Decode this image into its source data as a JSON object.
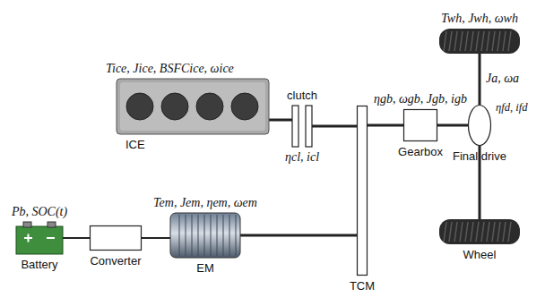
{
  "diagram": {
    "nodes": [
      {
        "text": [
          "Tice, Jice, BSFCice, ωice",
          "ICE"
        ]
      },
      {
        "text": [
          "ηcl, icl",
          "clutch"
        ]
      },
      {
        "text": [
          "TCM"
        ]
      },
      {
        "text": [
          "ηgb, ωgb, Jgb, igb",
          "Gearbox"
        ]
      },
      {
        "text": [
          "ηfd, ifd",
          "Final drive"
        ]
      },
      {
        "text": [
          "Twh, Jwh, ωwh"
        ]
      },
      {
        "text": [
          "Pb, SOC(t)",
          "Battery"
        ]
      },
      {
        "text": [
          "Converter"
        ]
      },
      {
        "text": [
          "Tem, Jem, ηem, ωem",
          "EM"
        ]
      },
      {
        "text": [
          "Wheel"
        ]
      }
    ],
    "edges": [
      {
        "from": 0,
        "to": 1,
        "arrow": "none"
      },
      {
        "from": 1,
        "to": 2,
        "arrow": "none"
      },
      {
        "from": 6,
        "to": 7,
        "arrow": "none"
      },
      {
        "from": 7,
        "to": 8,
        "arrow": "none"
      },
      {
        "from": 8,
        "to": 2,
        "arrow": "none"
      },
      {
        "from": 2,
        "to": 3,
        "arrow": "none"
      },
      {
        "from": 3,
        "to": 4,
        "arrow": "none"
      },
      {
        "from": 4,
        "to": 5,
        "arrow": "none"
      },
      {
        "from": 4,
        "to": 9,
        "arrow": "none"
      }
    ],
    "labels": [
      "Ja, ωa"
    ]
  }
}
